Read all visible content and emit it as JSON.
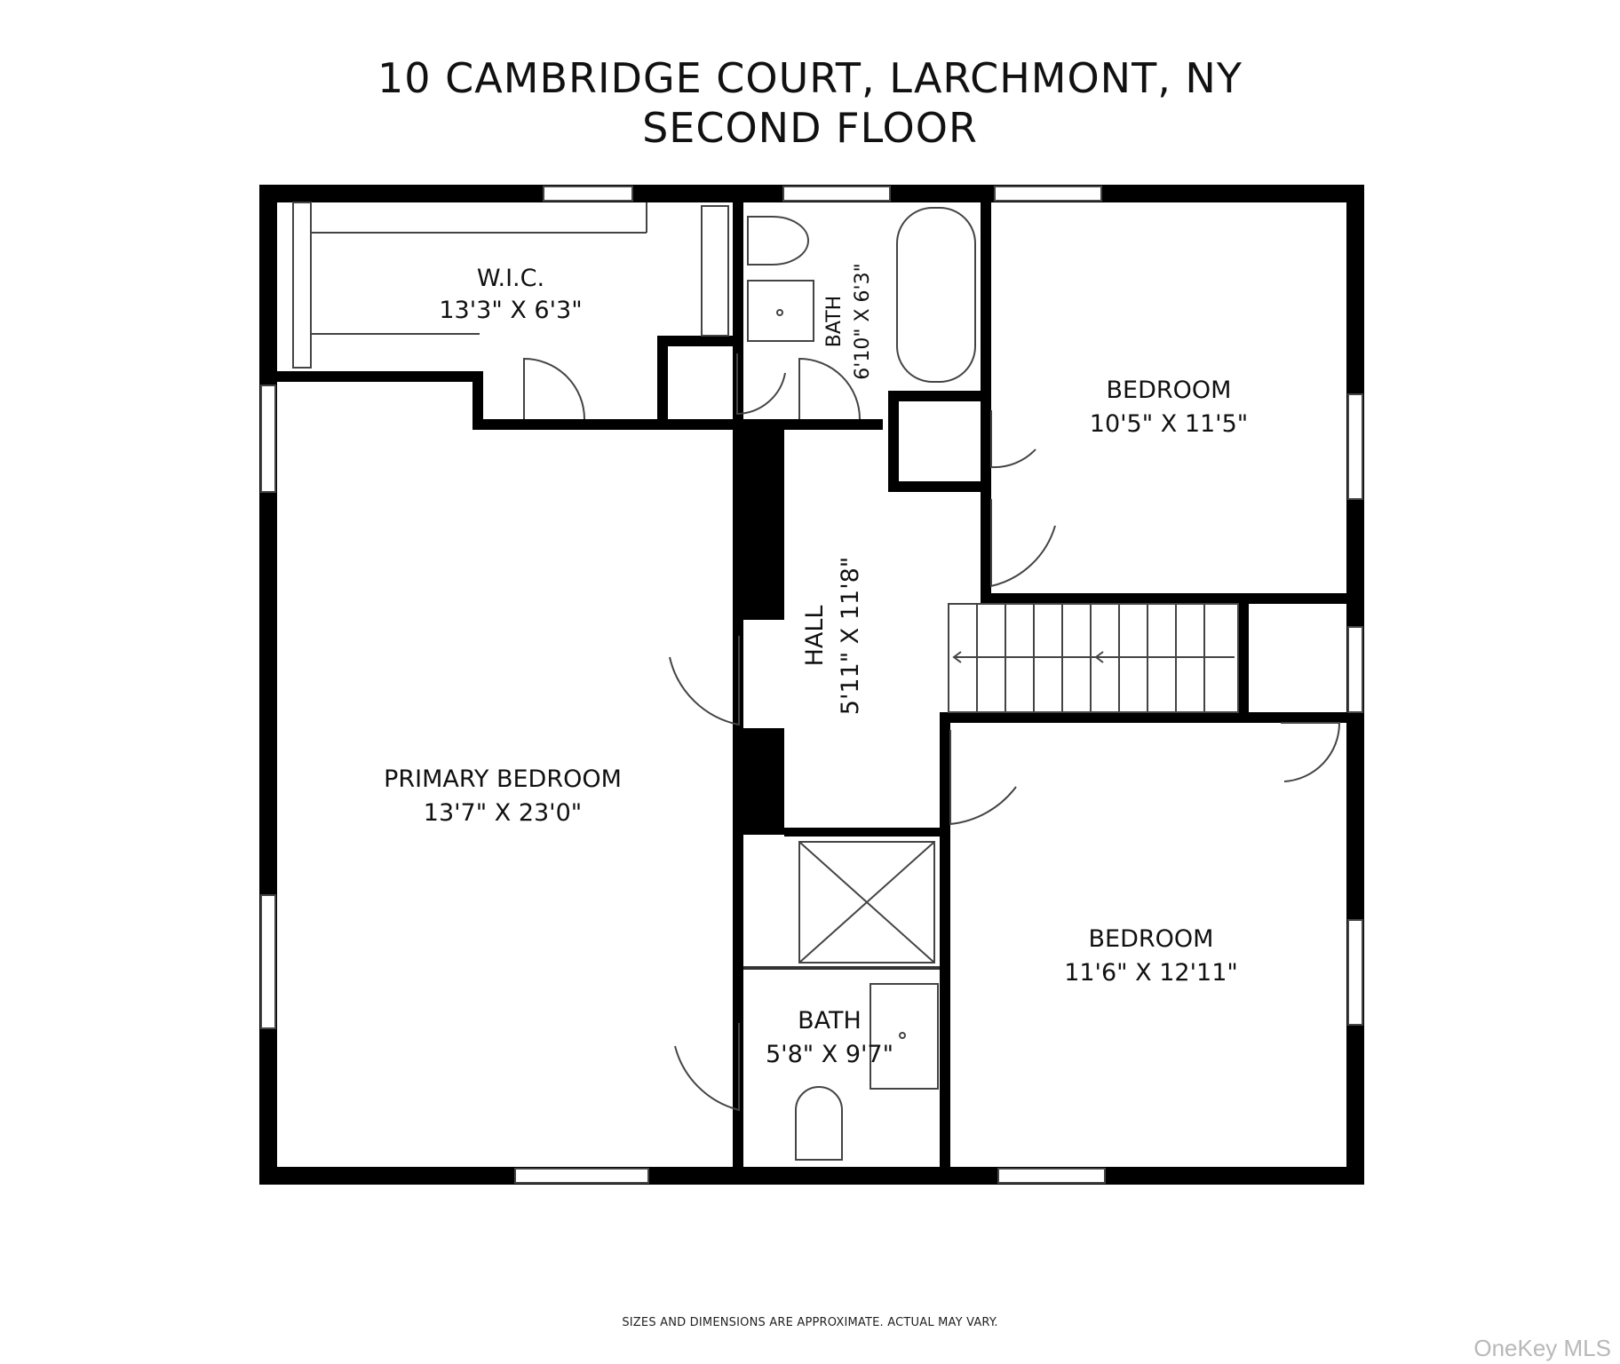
{
  "title": {
    "address": "10 CAMBRIDGE COURT, LARCHMONT, NY",
    "floor": "SECOND FLOOR"
  },
  "rooms": {
    "wic": {
      "name": "W.I.C.",
      "dims": "13'3\" X 6'3\""
    },
    "bath_top": {
      "name": "BATH",
      "dims": "6'10\" X 6'3\""
    },
    "bedroom_ne": {
      "name": "BEDROOM",
      "dims": "10'5\" X 11'5\""
    },
    "hall": {
      "name": "HALL",
      "dims": "5'11\" X 11'8\""
    },
    "primary": {
      "name": "PRIMARY BEDROOM",
      "dims": "13'7\" X 23'0\""
    },
    "bedroom_se": {
      "name": "BEDROOM",
      "dims": "11'6\" X 12'11\""
    },
    "bath_bottom": {
      "name": "BATH",
      "dims": "5'8\" X 9'7\""
    }
  },
  "disclaimer": "SIZES AND DIMENSIONS ARE APPROXIMATE. ACTUAL MAY VARY.",
  "watermark": "OneKey MLS",
  "colors": {
    "wall": "#000000",
    "background": "#ffffff",
    "line": "#444444"
  }
}
